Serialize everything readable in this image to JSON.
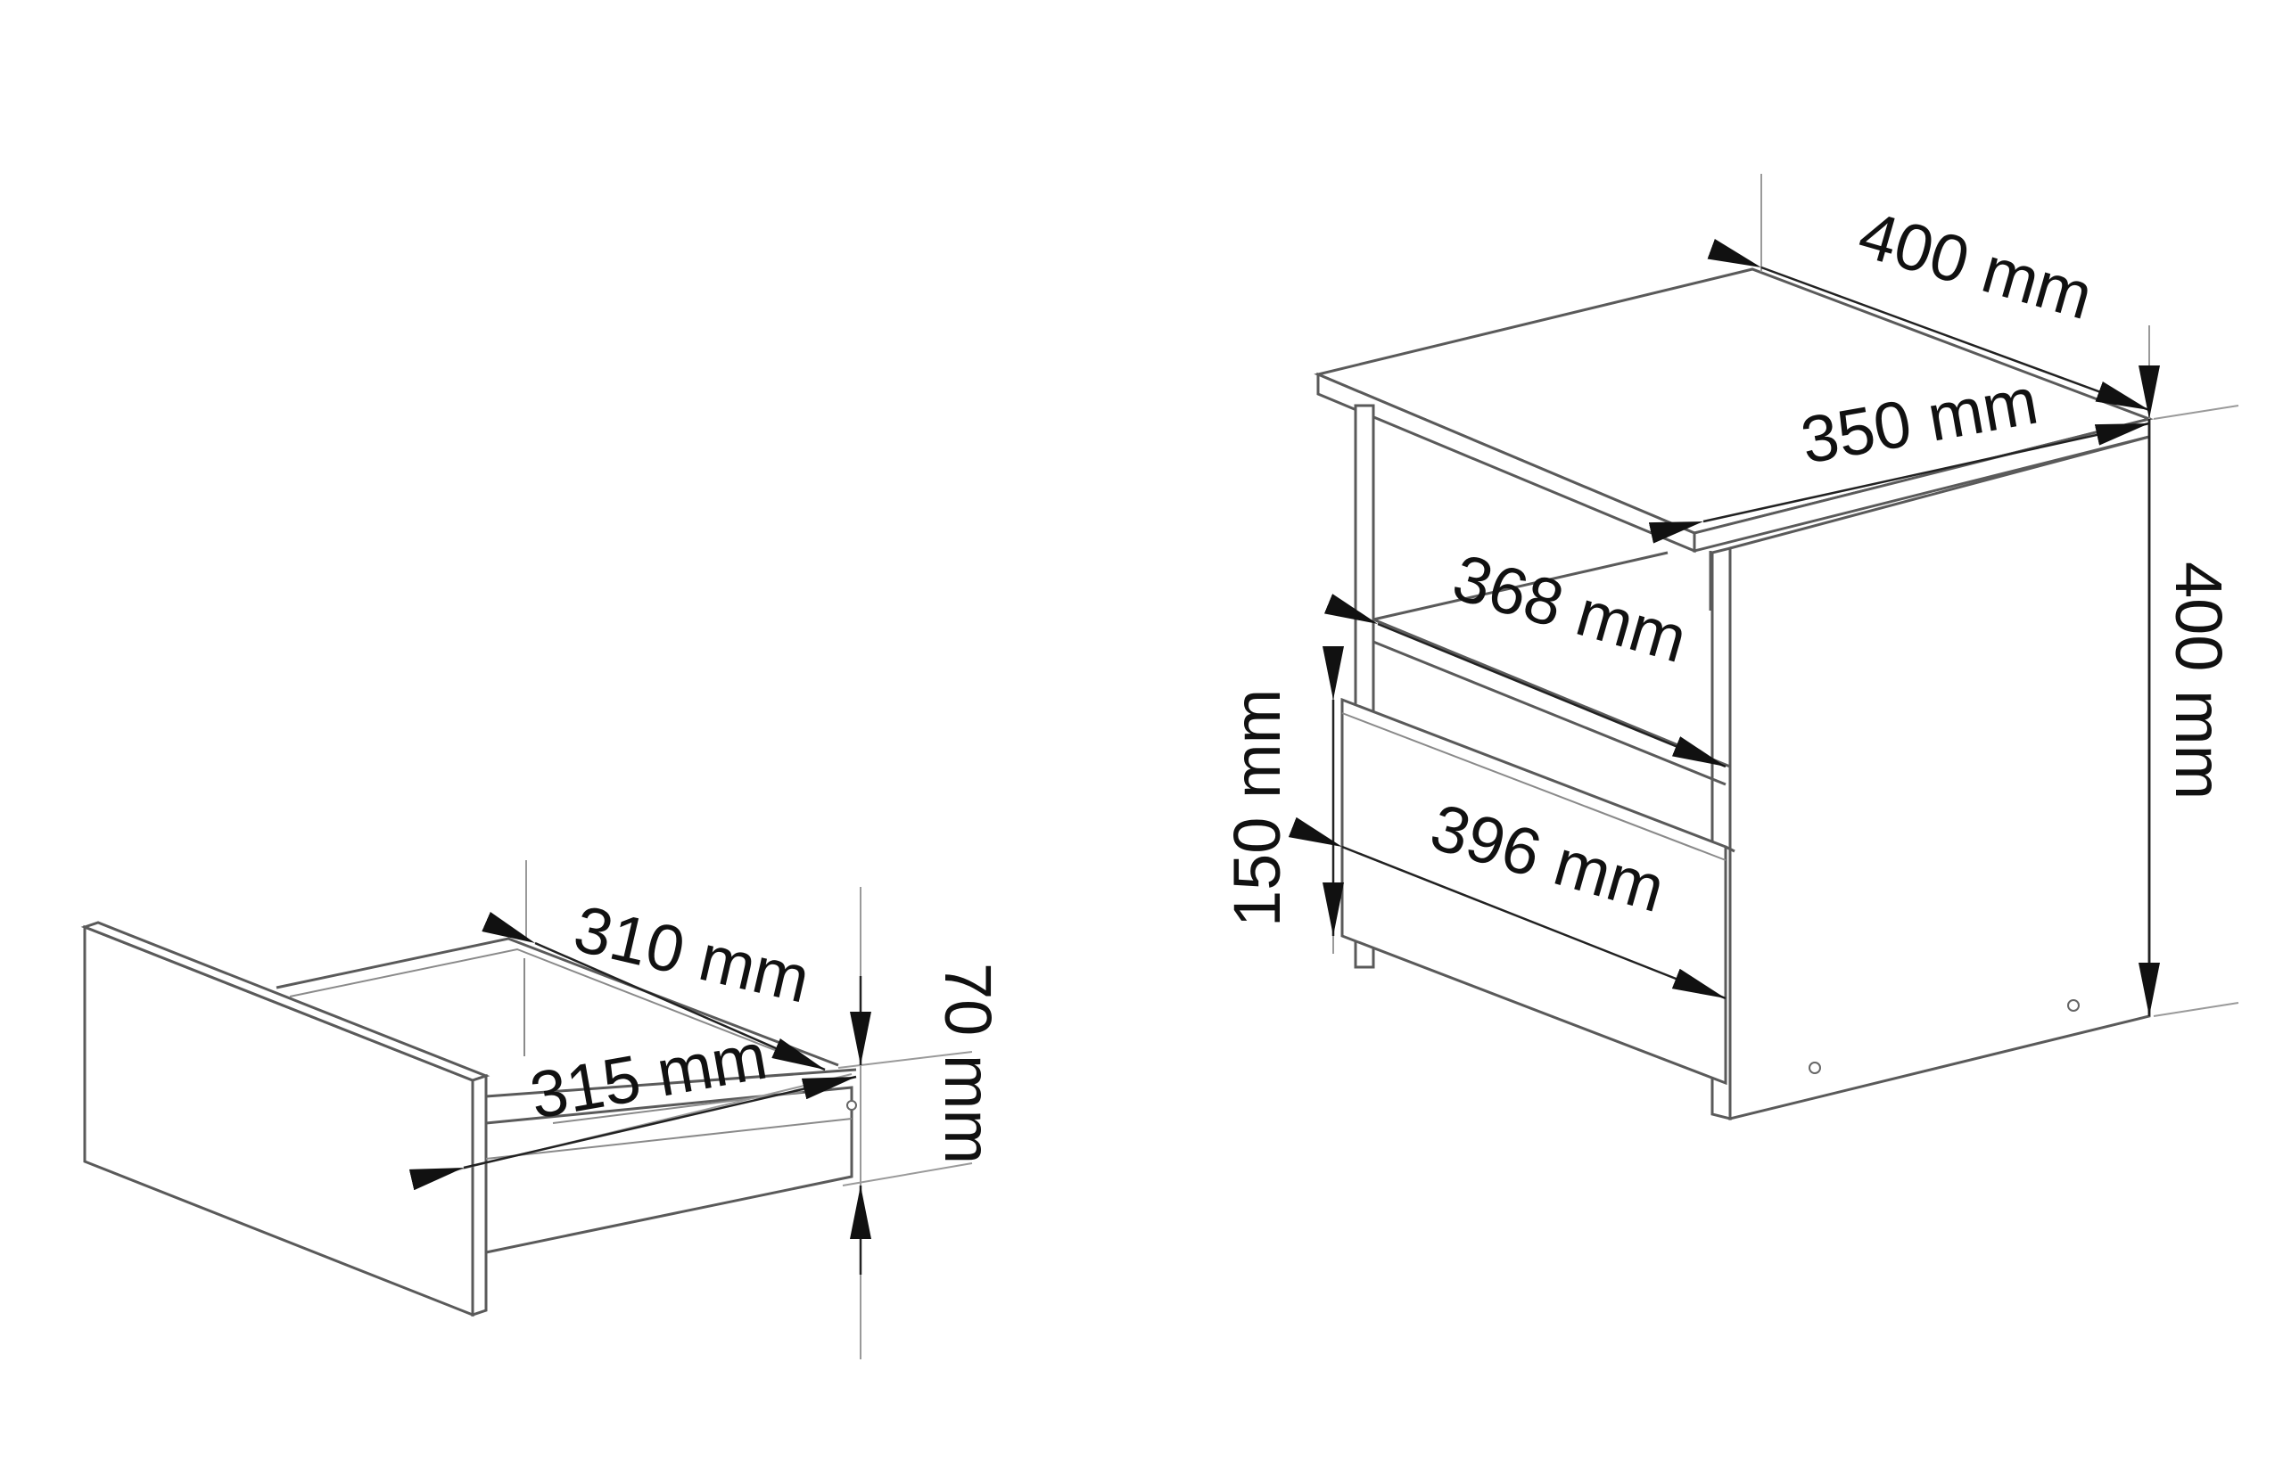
{
  "diagram": {
    "drawer": {
      "dims": {
        "inner_depth": "310 mm",
        "outer_depth": "315 mm",
        "height": "70 mm"
      }
    },
    "cabinet": {
      "dims": {
        "top_width": "400 mm",
        "top_depth": "350 mm",
        "height": "400 mm",
        "shelf_depth": "368 mm",
        "drawer_height": "150 mm",
        "drawer_depth": "396 mm"
      }
    },
    "colors": {
      "outline": "#5a5a5a",
      "dimension": "#111111",
      "background": "#ffffff"
    }
  }
}
